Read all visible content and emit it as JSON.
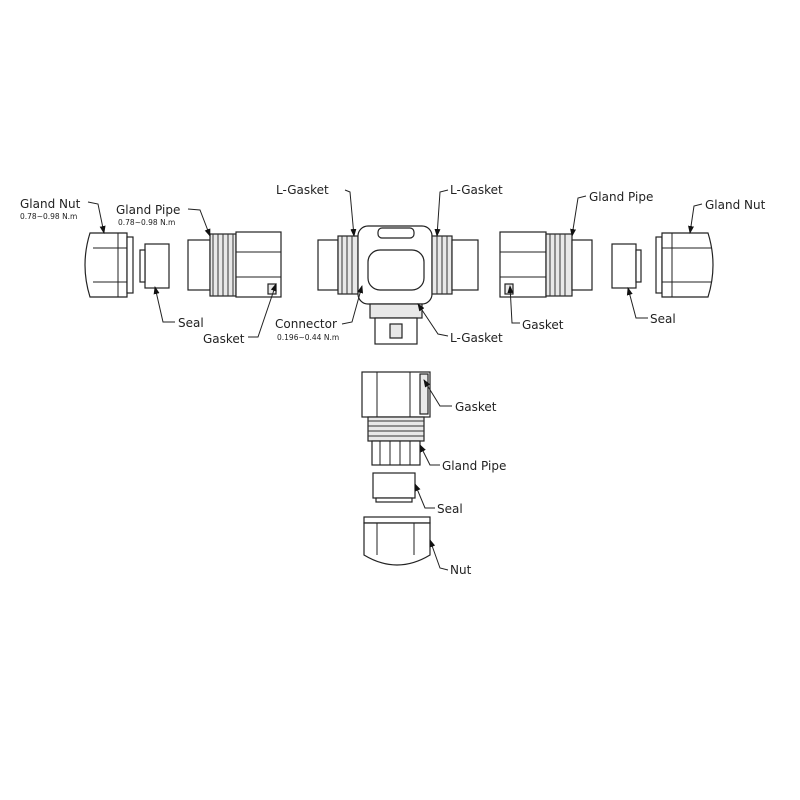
{
  "labels": {
    "left_gland_nut": "Gland Nut",
    "left_gland_nut_torque": "0.78~0.98 N.m",
    "left_gland_pipe": "Gland Pipe",
    "left_gland_pipe_torque": "0.78~0.98 N.m",
    "left_seal": "Seal",
    "left_gasket": "Gasket",
    "l_gasket_left": "L-Gasket",
    "l_gasket_right": "L-Gasket",
    "connector": "Connector",
    "connector_torque": "0.196~0.44 N.m",
    "l_gasket_bottom": "L-Gasket",
    "right_gland_pipe": "Gland Pipe",
    "right_gland_nut": "Gland Nut",
    "right_gasket": "Gasket",
    "right_seal": "Seal",
    "bottom_gasket": "Gasket",
    "bottom_gland_pipe": "Gland Pipe",
    "bottom_seal": "Seal",
    "bottom_nut": "Nut"
  }
}
